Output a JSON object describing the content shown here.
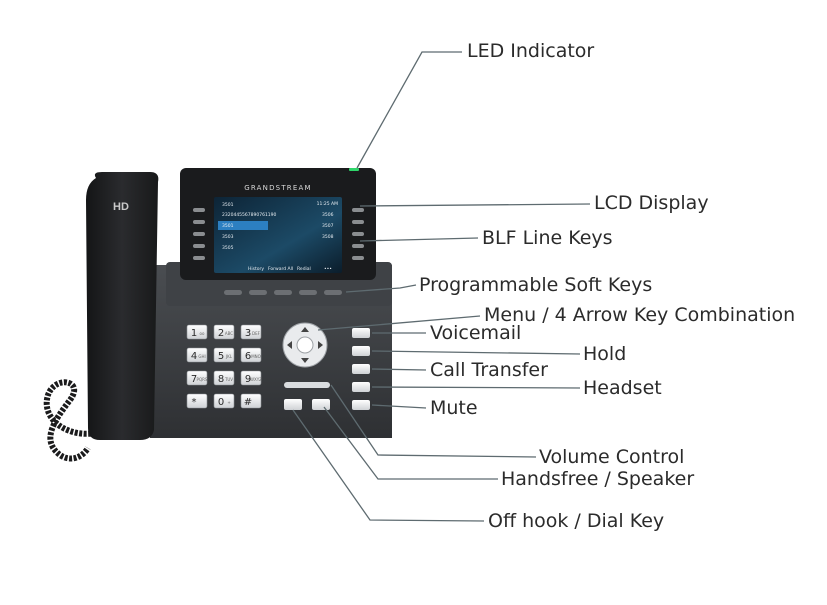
{
  "phone": {
    "handset_label": "HD",
    "brand": "GRANDSTREAM",
    "screen": {
      "left_lines": [
        "3501",
        "2320445567890761190",
        "3501",
        "3503",
        "3505"
      ],
      "right_lines": [
        "3506",
        "3507",
        "3508"
      ],
      "status_time": "11:25 AM",
      "softkeys": [
        "History",
        "Forward All",
        "Redial",
        "•••"
      ]
    },
    "keypad": [
      {
        "digit": "1",
        "letters": "oo"
      },
      {
        "digit": "2",
        "letters": "ABC"
      },
      {
        "digit": "3",
        "letters": "DEF"
      },
      {
        "digit": "4",
        "letters": "GHI"
      },
      {
        "digit": "5",
        "letters": "JKL"
      },
      {
        "digit": "6",
        "letters": "MNO"
      },
      {
        "digit": "7",
        "letters": "PQRS"
      },
      {
        "digit": "8",
        "letters": "TUV"
      },
      {
        "digit": "9",
        "letters": "WXYZ"
      },
      {
        "digit": "*",
        "letters": ""
      },
      {
        "digit": "0",
        "letters": "+"
      },
      {
        "digit": "#",
        "letters": ""
      }
    ]
  },
  "callouts": {
    "led": "LED Indicator",
    "lcd": "LCD Display",
    "blf": "BLF Line Keys",
    "softkeys": "Programmable Soft Keys",
    "menu": "Menu / 4 Arrow Key Combination",
    "voicemail": "Voicemail",
    "hold": "Hold",
    "transfer": "Call Transfer",
    "headset": "Headset",
    "mute": "Mute",
    "volume": "Volume Control",
    "handsfree": "Handsfree / Speaker",
    "offhook": "Off hook / Dial Key"
  },
  "colors": {
    "phone_body": "#3a3c3f",
    "handset": "#1e1f21",
    "screen": "#0f2a3f",
    "led": "#2fd66a",
    "leader": "#5e6b70"
  }
}
